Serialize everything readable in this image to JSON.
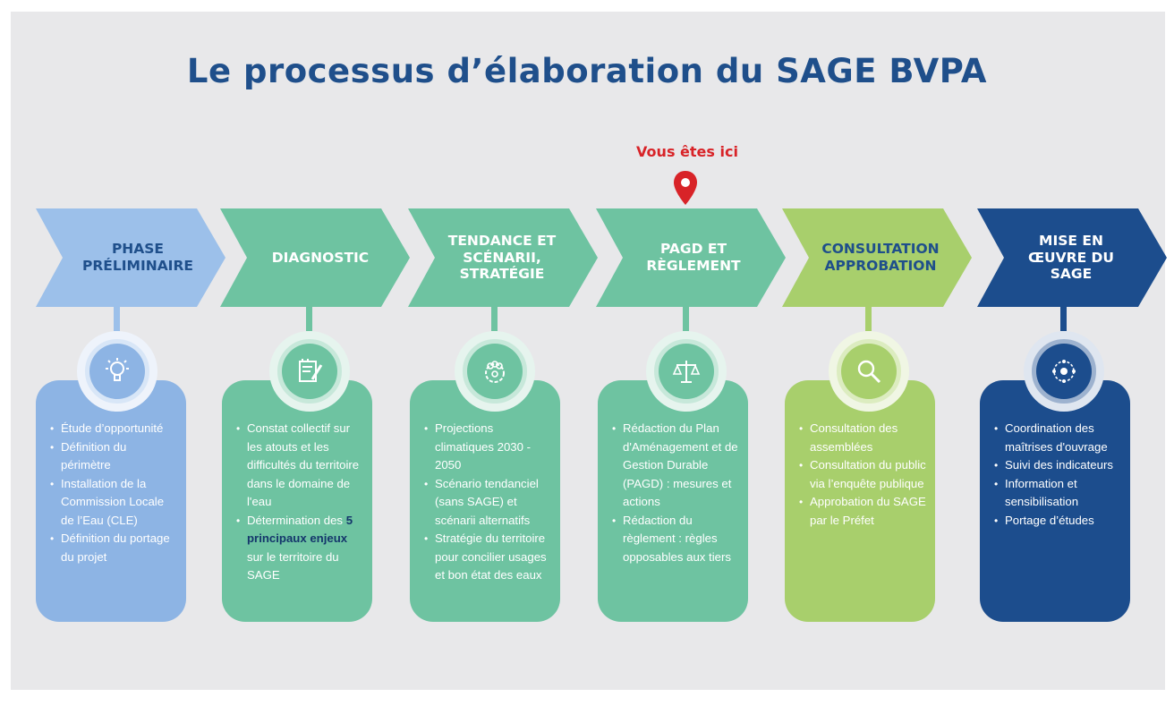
{
  "title": "Le processus d’élaboration du SAGE BVPA",
  "here_label": "Vous êtes ici",
  "colors": {
    "background": "#e8e8ea",
    "title": "#1f4f8b",
    "pin": "#d82328",
    "phase1": "#9cc0ea",
    "phase1_box": "#8db4e4",
    "phase1_text": "#1f4f8b",
    "phase2_to_4": "#6ec3a1",
    "phase5": "#a8cf6c",
    "phase5_text": "#1f4f8b",
    "phase6": "#1c4d8d"
  },
  "phases": [
    {
      "id": "phase-preliminaire",
      "label_lines": [
        "PHASE",
        "PRÉLIMINAIRE"
      ],
      "icon": "lightbulb-icon",
      "items": [
        "Étude d’opportunité",
        "Définition du périmètre",
        "Installation de la Commission Locale de l’Eau (CLE)",
        "Définition du portage du projet"
      ]
    },
    {
      "id": "diagnostic",
      "label_lines": [
        "DIAGNOSTIC"
      ],
      "icon": "notepad-pencil-icon",
      "items": [
        "Constat collectif sur les atouts et les difficultés du territoire dans le domaine de l'eau",
        "Détermination des"
      ],
      "item2_bold": "5 principaux enjeux",
      "item2_tail": "sur le territoire du SAGE"
    },
    {
      "id": "tendance",
      "label_lines": [
        "TENDANCE ET",
        "SCÉNARII,",
        "STRATÉGIE"
      ],
      "icon": "people-gear-icon",
      "items": [
        "Projections climatiques 2030 - 2050",
        "Scénario tendanciel (sans SAGE) et scénarii alternatifs",
        "Stratégie du territoire pour concilier usages et bon état des eaux"
      ]
    },
    {
      "id": "pagd",
      "label_lines": [
        "PAGD ET",
        "RÈGLEMENT"
      ],
      "icon": "scales-icon",
      "items": [
        "Rédaction du Plan d'Aménagement et de Gestion Durable (PAGD) : mesures et actions",
        "Rédaction du règlement : règles opposables aux tiers"
      ]
    },
    {
      "id": "consultation",
      "label_lines": [
        "CONSULTATION",
        "APPROBATION"
      ],
      "icon": "magnifier-icon",
      "items": [
        "Consultation des assemblées",
        "Consultation du public via l’enquête publique",
        "Approbation du SAGE par le Préfet"
      ]
    },
    {
      "id": "mise-en-oeuvre",
      "label_lines": [
        "MISE EN",
        "ŒUVRE DU",
        "SAGE"
      ],
      "icon": "network-icon",
      "items": [
        "Coordination des maîtrises d'ouvrage",
        "Suivi des indicateurs",
        "Information et sensibilisation",
        "Portage d’études"
      ]
    }
  ]
}
